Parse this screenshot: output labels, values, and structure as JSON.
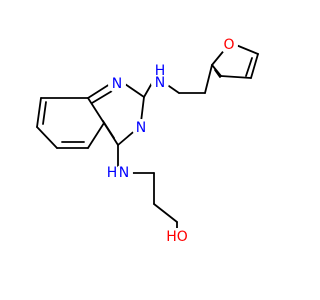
{
  "colors": {
    "background": "#ffffff",
    "bond": "#000000",
    "nitrogen": "#0000ff",
    "oxygen": "#ff0000"
  },
  "labels": {
    "n_ring_top": "N",
    "n_ring_right": "N",
    "nh_top": "N",
    "h_top": "H",
    "o_furan": "O",
    "nh_bottom": "N",
    "h_bottom": "H",
    "ho": "HO"
  }
}
